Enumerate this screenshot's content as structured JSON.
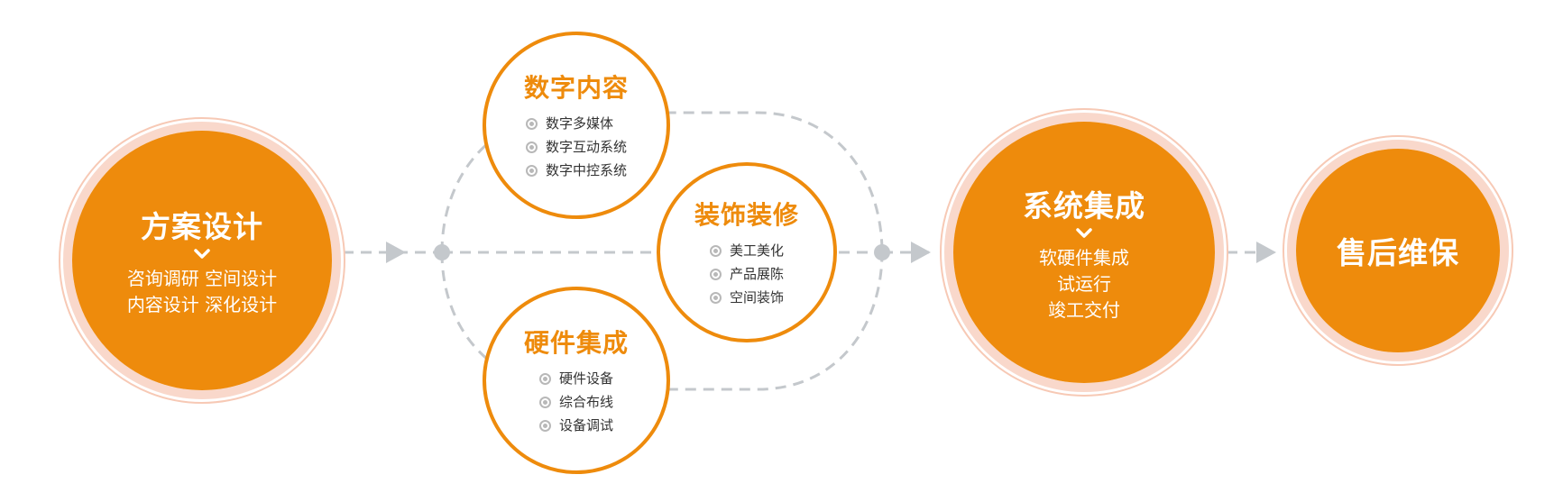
{
  "nodes": {
    "plan": {
      "title": "方案设计",
      "lines": [
        "咨询调研 空间设计",
        "内容设计 深化设计"
      ]
    },
    "digital": {
      "title": "数字内容",
      "items": [
        "数字多媒体",
        "数字互动系统",
        "数字中控系统"
      ]
    },
    "decor": {
      "title": "装饰装修",
      "items": [
        "美工美化",
        "产品展陈",
        "空间装饰"
      ]
    },
    "hardware": {
      "title": "硬件集成",
      "items": [
        "硬件设备",
        "综合布线",
        "设备调试"
      ]
    },
    "system": {
      "title": "系统集成",
      "lines": [
        "软硬件集成",
        "试运行",
        "竣工交付"
      ]
    },
    "aftersales": {
      "title": "售后维保"
    }
  },
  "colors": {
    "accent": "#ee8b0c",
    "ring": "#f9d8cb",
    "connector": "#c4c8cc",
    "bullet": "#b8b8b8"
  },
  "icons": {
    "chevron": "chevron-down-icon",
    "bullet": "radio-bullet-icon",
    "arrow": "arrow-right-icon"
  }
}
